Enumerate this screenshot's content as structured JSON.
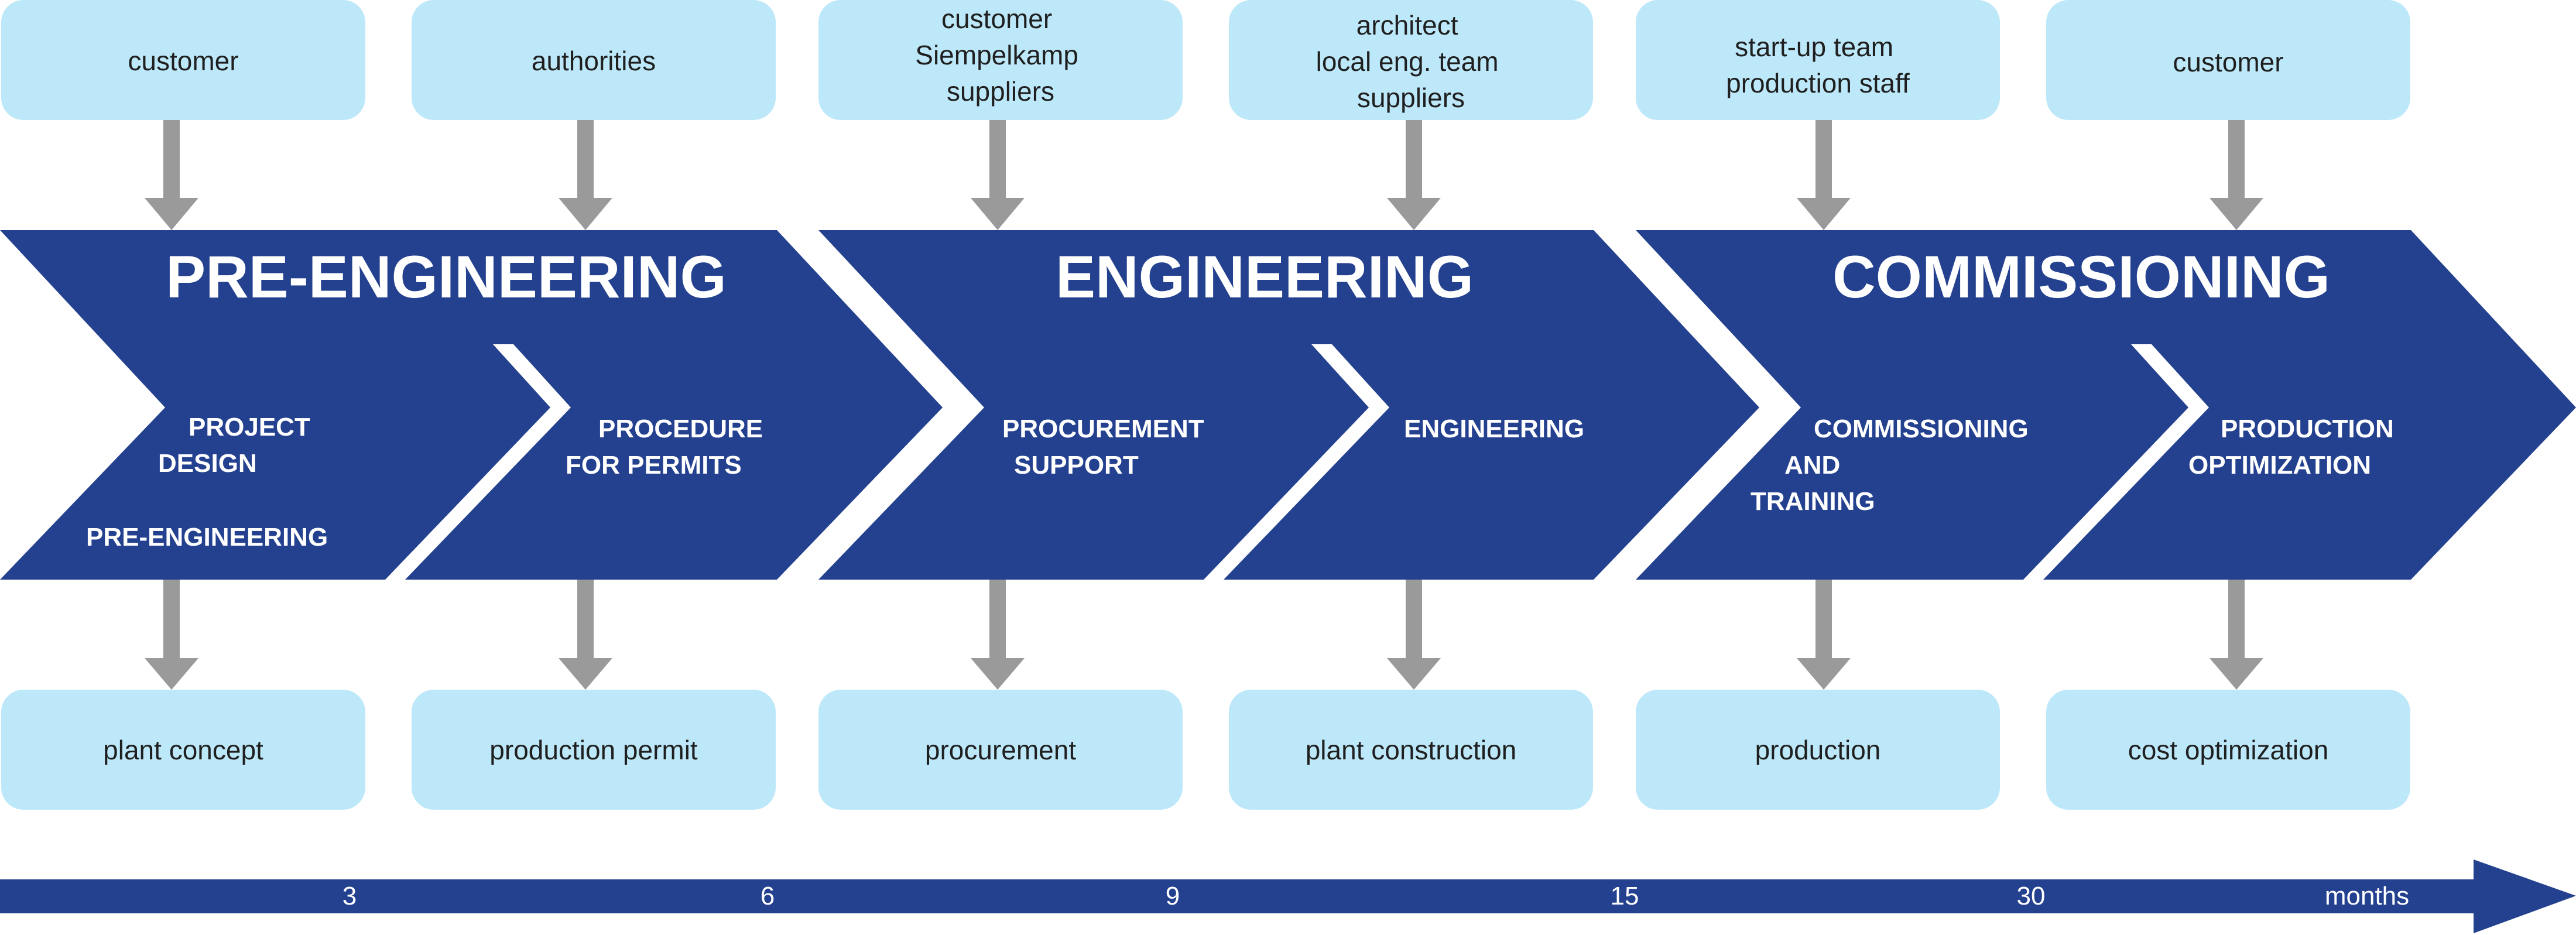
{
  "colors": {
    "chevron": "#24418f",
    "box": "#bde8f9",
    "arrow": "#9a9a9a",
    "timeline": "#24418f",
    "stage_text": "#ffffff",
    "box_text": "#1f1f1f"
  },
  "stages": [
    {
      "title": "PRE-ENGINEERING"
    },
    {
      "title": "ENGINEERING"
    },
    {
      "title": "COMMISSIONING"
    }
  ],
  "steps": [
    {
      "lines": [
        "PROJECT",
        "DESIGN",
        "PRE-ENGINEERING"
      ]
    },
    {
      "lines": [
        "PROCEDURE",
        "FOR PERMITS"
      ]
    },
    {
      "lines": [
        "PROCUREMENT",
        "SUPPORT"
      ]
    },
    {
      "lines": [
        "ENGINEERING"
      ]
    },
    {
      "lines": [
        "COMMISSIONING",
        "AND",
        "TRAINING"
      ]
    },
    {
      "lines": [
        "PRODUCTION",
        "OPTIMIZATION"
      ]
    }
  ],
  "inputs": [
    {
      "lines": [
        "customer"
      ]
    },
    {
      "lines": [
        "authorities"
      ]
    },
    {
      "lines": [
        "customer",
        "Siempelkamp",
        "suppliers"
      ]
    },
    {
      "lines": [
        "architect",
        "local eng. team",
        "suppliers"
      ]
    },
    {
      "lines": [
        "start-up team",
        "production staff"
      ]
    },
    {
      "lines": [
        "customer"
      ]
    }
  ],
  "outputs": [
    {
      "lines": [
        "plant concept"
      ]
    },
    {
      "lines": [
        "production permit"
      ]
    },
    {
      "lines": [
        "procurement"
      ]
    },
    {
      "lines": [
        "plant construction"
      ]
    },
    {
      "lines": [
        "production"
      ]
    },
    {
      "lines": [
        "cost optimization"
      ]
    }
  ],
  "timeline": {
    "ticks": [
      "3",
      "6",
      "9",
      "15",
      "30"
    ],
    "unit_label": "months"
  }
}
